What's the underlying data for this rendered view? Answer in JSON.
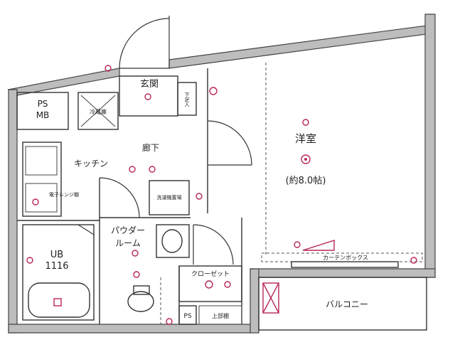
{
  "rooms": {
    "ps_mb": {
      "line1": "PS",
      "line2": "MB"
    },
    "entrance": "玄関",
    "shoe_box": "下足入",
    "fridge": "冷蔵庫",
    "kitchen": "キッチン",
    "hallway": "廊下",
    "washer": "洗濯機置場",
    "powder_room_line1": "パウダー",
    "powder_room_line2": "ルーム",
    "ub_line1": "UB",
    "ub_line2": "1116",
    "closet": "クローゼット",
    "upper_shelf": "上部棚",
    "ps": "PS",
    "western_room": "洋室",
    "western_room_size": "(約8.0帖)",
    "curtain_box": "カーテンボックス",
    "balcony": "バルコニー",
    "stove": "電子レンジ棚"
  },
  "colors": {
    "wall": "#bdbdbd",
    "line": "#333333",
    "accent": "#b8265a"
  }
}
